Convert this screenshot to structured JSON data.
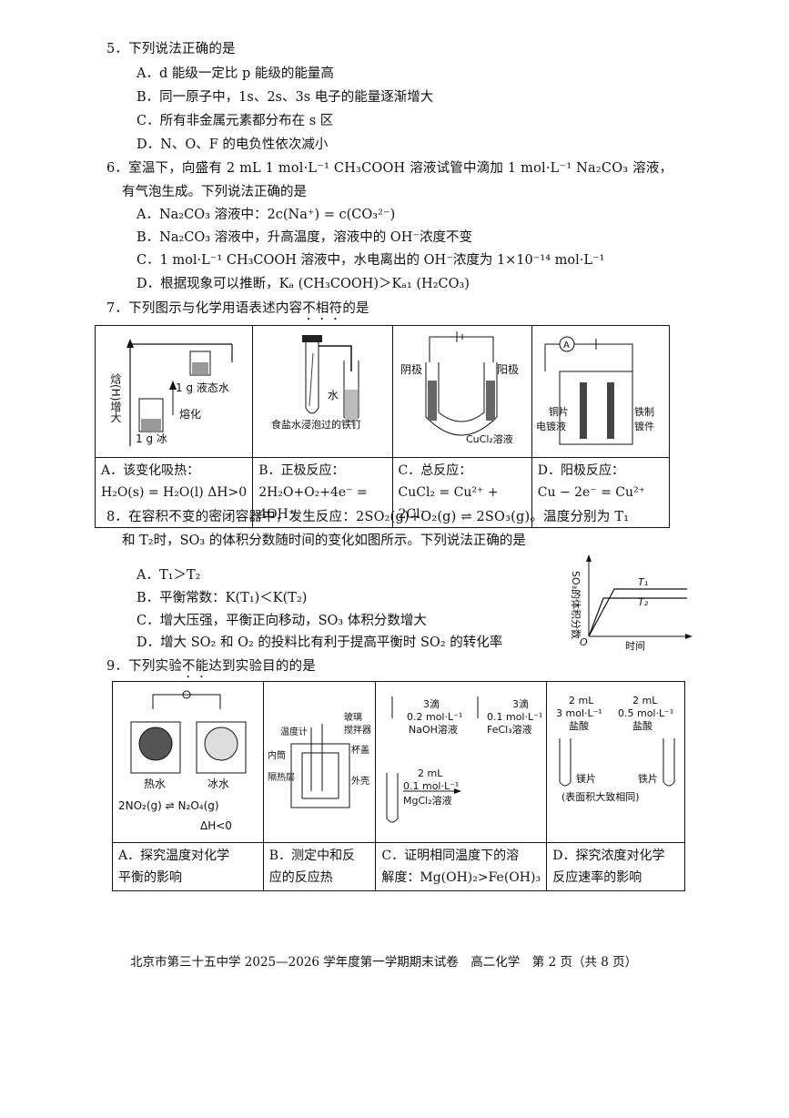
{
  "q5": {
    "stem": "5．下列说法正确的是",
    "opts": [
      "A．d 能级一定比 p 能级的能量高",
      "B．同一原子中，1s、2s、3s 电子的能量逐渐增大",
      "C．所有非金属元素都分布在 s 区",
      "D．N、O、F 的电负性依次减小"
    ]
  },
  "q6": {
    "stem1": "6．室温下，向盛有 2 mL 1 mol·L⁻¹ CH₃COOH 溶液试管中滴加 1 mol·L⁻¹ Na₂CO₃ 溶液，",
    "stem2": "有气泡生成。下列说法正确的是",
    "opts": [
      "A．Na₂CO₃ 溶液中：2c(Na⁺) = c(CO₃²⁻)",
      "B．Na₂CO₃ 溶液中，升高温度，溶液中的 OH⁻浓度不变",
      "C．1 mol·L⁻¹ CH₃COOH 溶液中，水电离出的 OH⁻浓度为 1×10⁻¹⁴ mol·L⁻¹",
      "D．根据现象可以推断，Kₐ (CH₃COOH)＞Kₐ₁ (H₂CO₃)"
    ]
  },
  "q7": {
    "stem_a": "7．下列图示与化学用语表述内容",
    "stem_b": "不相符",
    "stem_c": "的是",
    "fig_a": {
      "ylabel": "焓(H)增大",
      "top": "1 g 液态水",
      "bottom": "1 g 冰",
      "arrow": "熔化"
    },
    "fig_b": {
      "nail": "食盐水浸泡过的铁钉",
      "water": "水"
    },
    "fig_c": {
      "cathode": "阴极",
      "anode": "阳极",
      "solution": "CuCl₂溶液"
    },
    "fig_d": {
      "meter": "A",
      "left": "铜片",
      "left2": "电镀液",
      "right": "铁制",
      "right2": "镀件"
    },
    "captions": [
      [
        "A．该变化吸热：",
        "H₂O(s) = H₂O(l) ΔH>0"
      ],
      [
        "B．正极反应：",
        "2H₂O+O₂+4e⁻ = 4OH⁻"
      ],
      [
        "C．总反应：",
        "CuCl₂ = Cu²⁺ + 2Cl⁻"
      ],
      [
        "D．阳极反应：",
        "Cu − 2e⁻ = Cu²⁺"
      ]
    ]
  },
  "q8": {
    "stem1": "8．在容积不变的密闭容器中，发生反应：2SO₂(g)+O₂(g) ⇌ 2SO₃(g)。温度分别为 T₁",
    "stem2": "和 T₂时，SO₃ 的体积分数随时间的变化如图所示。下列说法正确的是",
    "opts": [
      "A．T₁＞T₂",
      "B．平衡常数：K(T₁)＜K(T₂)",
      "C．增大压强，平衡正向移动，SO₃ 体积分数增大",
      "D．增大 SO₂ 和 O₂ 的投料比有利于提高平衡时 SO₂ 的转化率"
    ],
    "chart": {
      "ylabel": "SO₃的体积分数",
      "xlabel": "时间",
      "origin": "O",
      "t1": "T₁",
      "t2": "T₂"
    }
  },
  "q9": {
    "stem_a": "9．下列实验",
    "stem_b": "不能",
    "stem_c": "达到实验目的的是",
    "fig_a": {
      "hot": "热水",
      "cold": "冰水",
      "eq": "2NO₂(g) ⇌ N₂O₄(g)",
      "dh": "ΔH<0"
    },
    "fig_b": {
      "thermo": "温度计",
      "stirrer1": "玻璃",
      "stirrer2": "搅拌器",
      "lid": "杯盖",
      "inner": "内筒",
      "insul": "隔热层",
      "outer": "外壳"
    },
    "fig_c": {
      "d1": "3滴",
      "d1b": "0.2 mol·L⁻¹",
      "d1c": "NaOH溶液",
      "d2": "3滴",
      "d2b": "0.1 mol·L⁻¹",
      "d2c": "FeCl₃溶液",
      "base": "2 mL",
      "baseb": "0.1 mol·L⁻¹",
      "basec": "MgCl₂溶液"
    },
    "fig_d": {
      "l1": "2 mL",
      "l2": "3 mol·L⁻¹",
      "l3": "盐酸",
      "r1": "2 mL",
      "r2": "0.5 mol·L⁻¹",
      "r3": "盐酸",
      "mg": "镁片",
      "fe": "铁片",
      "note": "(表面积大致相同)"
    },
    "captions": [
      [
        "A．探究温度对化学",
        "平衡的影响"
      ],
      [
        "B．测定中和反",
        "应的反应热"
      ],
      [
        "C．证明相同温度下的溶",
        "解度：Mg(OH)₂>Fe(OH)₃"
      ],
      [
        "D．探究浓度对化学",
        "反应速率的影响"
      ]
    ]
  },
  "footer": "北京市第三十五中学 2025—2026 学年度第一学期期末试卷　高二化学　第 2 页（共 8 页）"
}
